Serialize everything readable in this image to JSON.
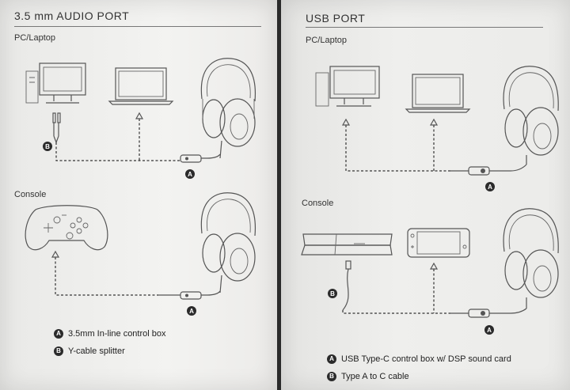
{
  "left": {
    "title": "3.5 mm AUDIO PORT",
    "section_pc": "PC/Laptop",
    "section_console": "Console",
    "badge_a": "A",
    "badge_b": "B",
    "legend": [
      {
        "badge": "A",
        "text": "3.5mm In-line control box"
      },
      {
        "badge": "B",
        "text": "Y-cable splitter"
      }
    ]
  },
  "right": {
    "title": "USB PORT",
    "section_pc": "PC/Laptop",
    "section_console": "Console",
    "badge_a": "A",
    "badge_b": "B",
    "legend": [
      {
        "badge": "A",
        "text": "USB Type-C control box w/ DSP sound card"
      },
      {
        "badge": "B",
        "text": "Type A to C cable"
      }
    ]
  }
}
